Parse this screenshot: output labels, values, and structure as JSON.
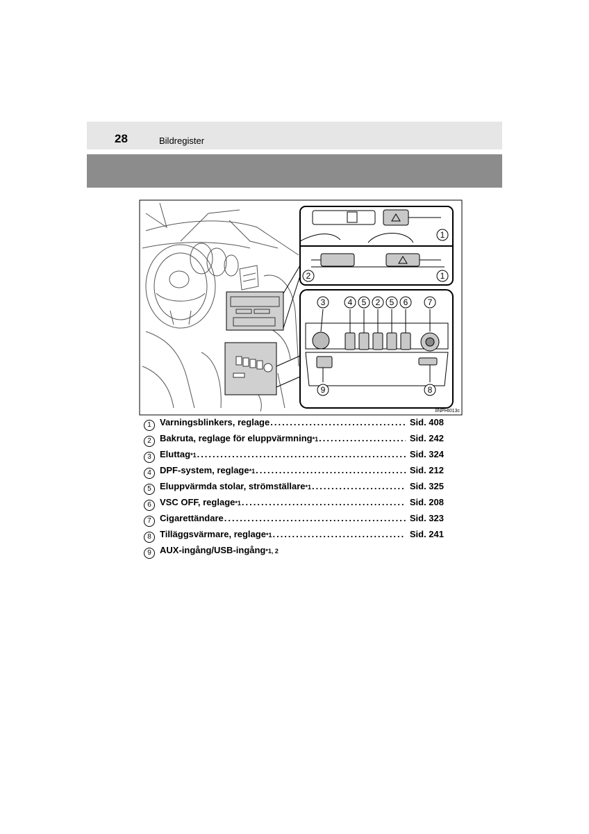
{
  "header": {
    "page_number": "28",
    "section_title": "Bildregister"
  },
  "figure": {
    "code": "IINPHI013c",
    "callouts": [
      "1",
      "1",
      "2",
      "3",
      "4",
      "5",
      "2",
      "5",
      "6",
      "7",
      "8",
      "9"
    ]
  },
  "items": [
    {
      "num": "1",
      "label": "Varningsblinkers, reglage",
      "sup": "",
      "page": "Sid. 408"
    },
    {
      "num": "2",
      "label": "Bakruta, reglage för eluppvärmning",
      "sup": "*1",
      "page": "Sid. 242"
    },
    {
      "num": "3",
      "label": "Eluttag",
      "sup": "*1",
      "page": "Sid. 324"
    },
    {
      "num": "4",
      "label": "DPF-system, reglage",
      "sup": "*1",
      "page": "Sid. 212"
    },
    {
      "num": "5",
      "label": "Eluppvärmda stolar, strömställare",
      "sup": "*1",
      "page": "Sid. 325"
    },
    {
      "num": "6",
      "label": "VSC OFF, reglage",
      "sup": "*1",
      "page": "Sid. 208"
    },
    {
      "num": "7",
      "label": "Cigarettändare",
      "sup": "",
      "page": "Sid. 323"
    },
    {
      "num": "8",
      "label": "Tilläggsvärmare, reglage",
      "sup": "*1",
      "page": "Sid. 241"
    },
    {
      "num": "9",
      "label": "AUX-ingång/USB-ingång",
      "sup": "*1, 2",
      "page": ""
    }
  ]
}
